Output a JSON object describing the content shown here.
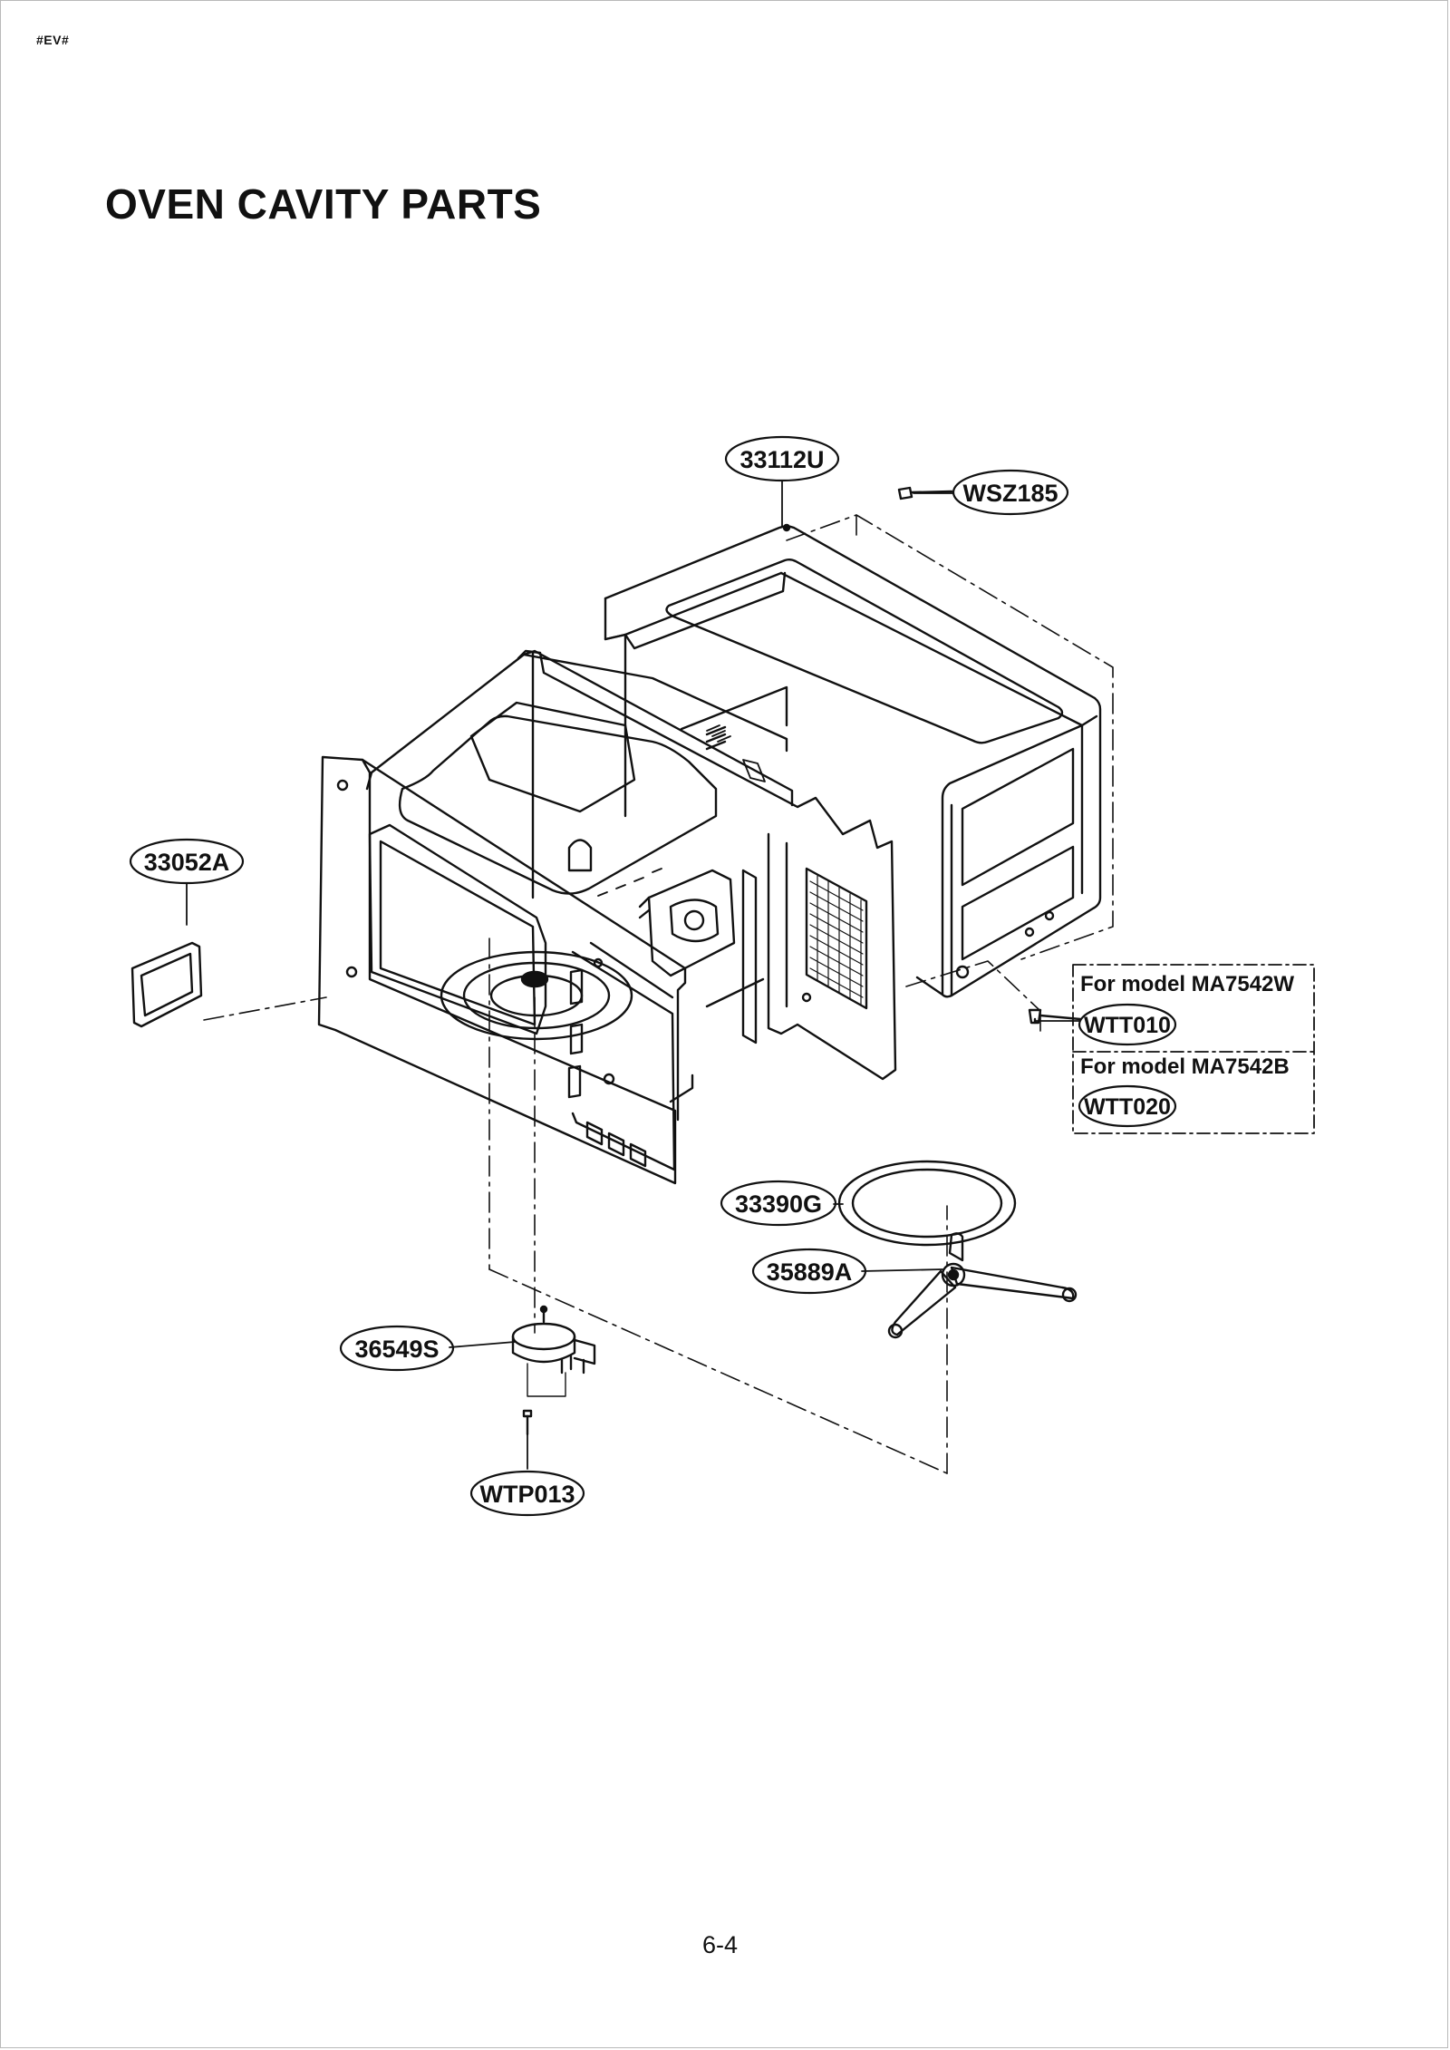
{
  "document": {
    "code": "#EV#",
    "title": "OVEN CAVITY PARTS",
    "page_number": "6-4"
  },
  "parts": {
    "cabinet": "33112U",
    "cabinet_screw": "WSZ185",
    "waveguide_cover": "33052A",
    "glass_tray": "33390G",
    "roller_guide": "35889A",
    "turntable_motor": "36549S",
    "motor_screw": "WTP013",
    "model_w_screw": "WTT010",
    "model_b_screw": "WTT020"
  },
  "model_notes": {
    "model_w": "For model MA7542W",
    "model_b": "For model MA7542B"
  },
  "colors": {
    "line": "#111111",
    "frame": "#b9b9b9"
  }
}
